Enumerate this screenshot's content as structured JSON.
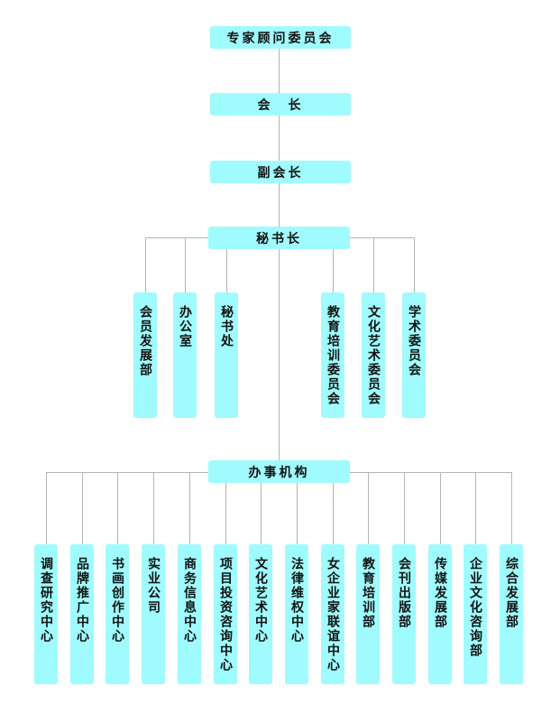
{
  "top": {
    "expert_committee": "专家顾问委员会",
    "president": "会　长",
    "vice_president": "副会长",
    "secretary_general": "秘书长",
    "offices": "办事机构"
  },
  "secretariat_units": [
    "会员发展部",
    "办公室",
    "秘书处",
    "教育培训委员会",
    "文化艺术委员会",
    "学术委员会"
  ],
  "office_units": [
    "调查研究中心",
    "品牌推广中心",
    "书画创作中心",
    "实业公司",
    "商务信息中心",
    "项目投资咨询中心",
    "文化艺术中心",
    "法律维权中心",
    "女企业家联谊中心",
    "教育培训部",
    "会刊出版部",
    "传媒发展部",
    "企业文化咨询部",
    "综合发展部"
  ],
  "colors": {
    "box": "#9ffbfd",
    "line": "#b4b4b4"
  }
}
